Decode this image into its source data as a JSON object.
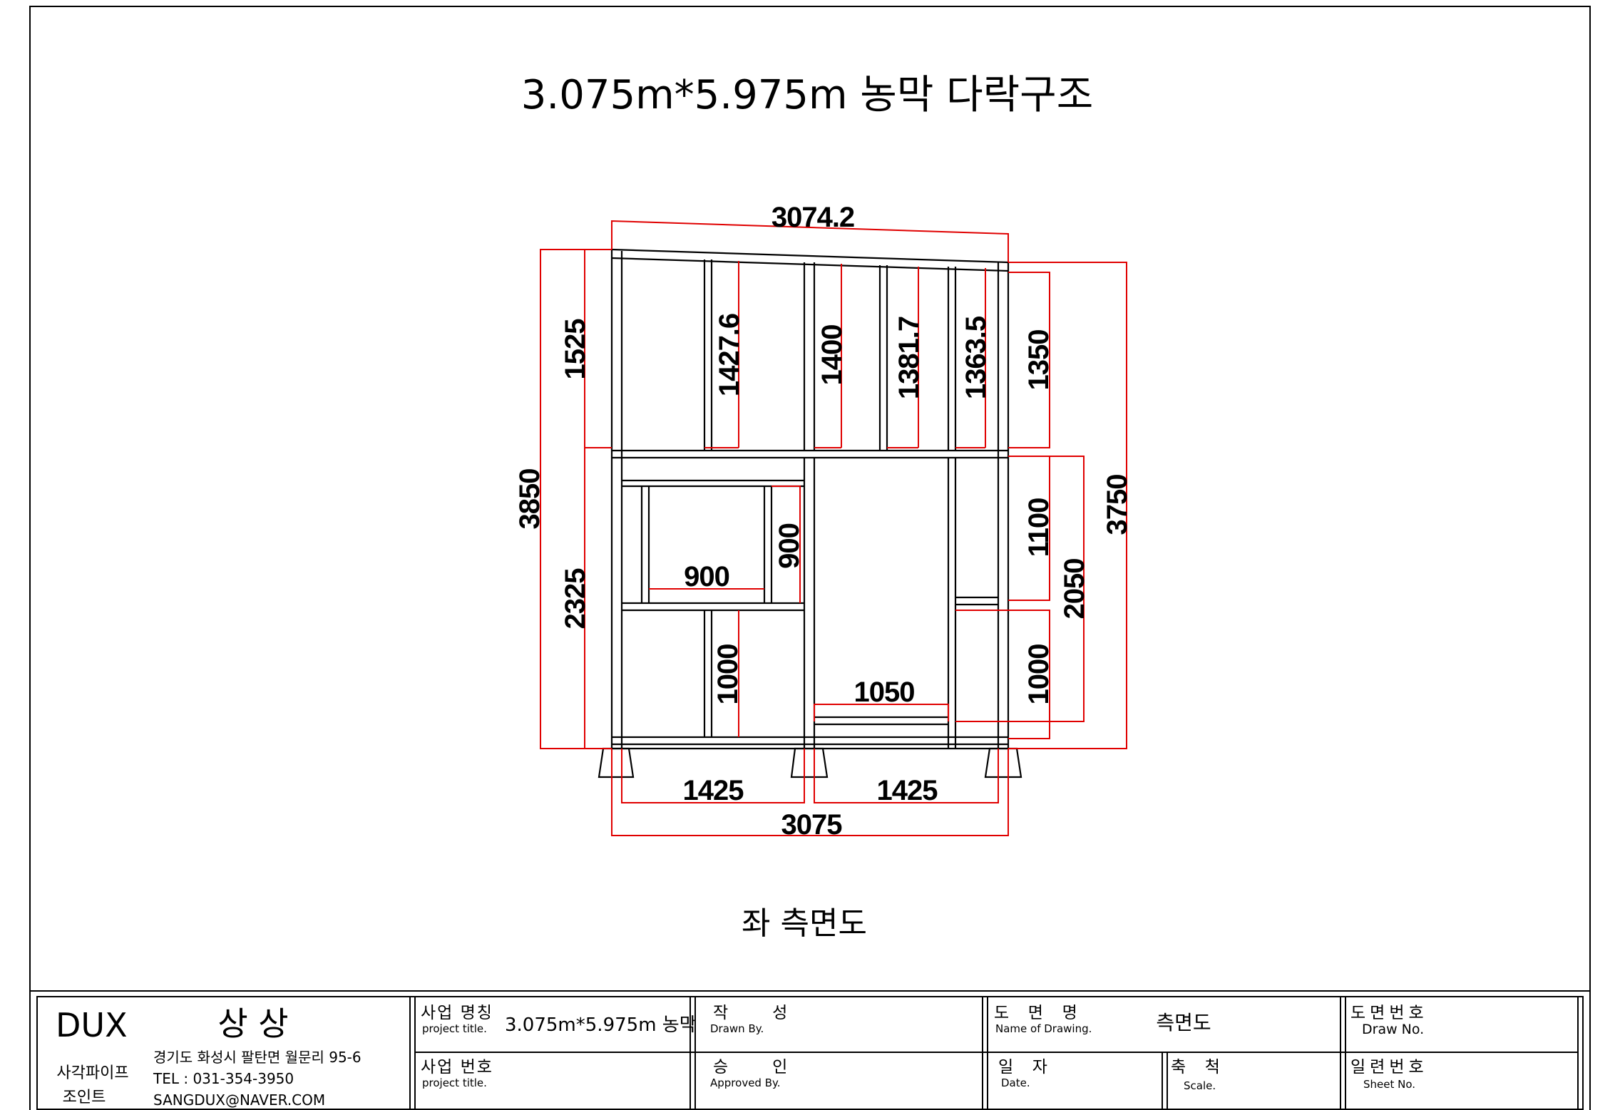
{
  "drawing": {
    "title": "3.075m*5.975m 농막 다락구조",
    "view_label": "좌 측면도",
    "dimensions": {
      "top_width": "3074.2",
      "overall_height_left": "3850",
      "upper_height_left": "1525",
      "lower_height_left": "2325",
      "stud_1": "1427.6",
      "stud_2": "1400",
      "stud_3": "1381.7",
      "stud_4": "1363.5",
      "stud_right": "1350",
      "overall_height_right": "3750",
      "right_lower_height": "2050",
      "right_upper_opening": "1100",
      "right_lower_opening": "1000",
      "window_width": "900",
      "window_height": "900",
      "left_lower_opening": "1000",
      "door_width": "1050",
      "bay_left": "1425",
      "bay_right": "1425",
      "bottom_width": "3075"
    },
    "colors": {
      "frame": "#000000",
      "dimension": "#e00000"
    }
  },
  "title_block": {
    "company": "DUX",
    "company_name": "상 상",
    "subtitle_1": "사각파이프",
    "subtitle_2": "조인트",
    "address": "경기도 화성시 팔탄면 월문리 95-6",
    "tel": "TEL : 031-354-3950",
    "email": "SANGDUX@NAVER.COM",
    "project_name_label": "사업 명칭",
    "project_name_sub": "project title.",
    "project_name_value": "3.075m*5.975m 농막",
    "project_no_label": "사업 번호",
    "project_no_sub": "project title.",
    "drawn_label": "작   성",
    "drawn_sub": "Drawn By.",
    "approved_label": "승   인",
    "approved_sub": "Approved By.",
    "drawing_name_label": "도  면  명",
    "drawing_name_sub": "Name of Drawing.",
    "drawing_name_value": "측면도",
    "date_label": "일  자",
    "date_sub": "Date.",
    "scale_label": "축  척",
    "scale_sub": "Scale.",
    "draw_no_label": "도면번호",
    "draw_no_sub": "Draw No.",
    "sheet_no_label": "일련번호",
    "sheet_no_sub": "Sheet No."
  }
}
